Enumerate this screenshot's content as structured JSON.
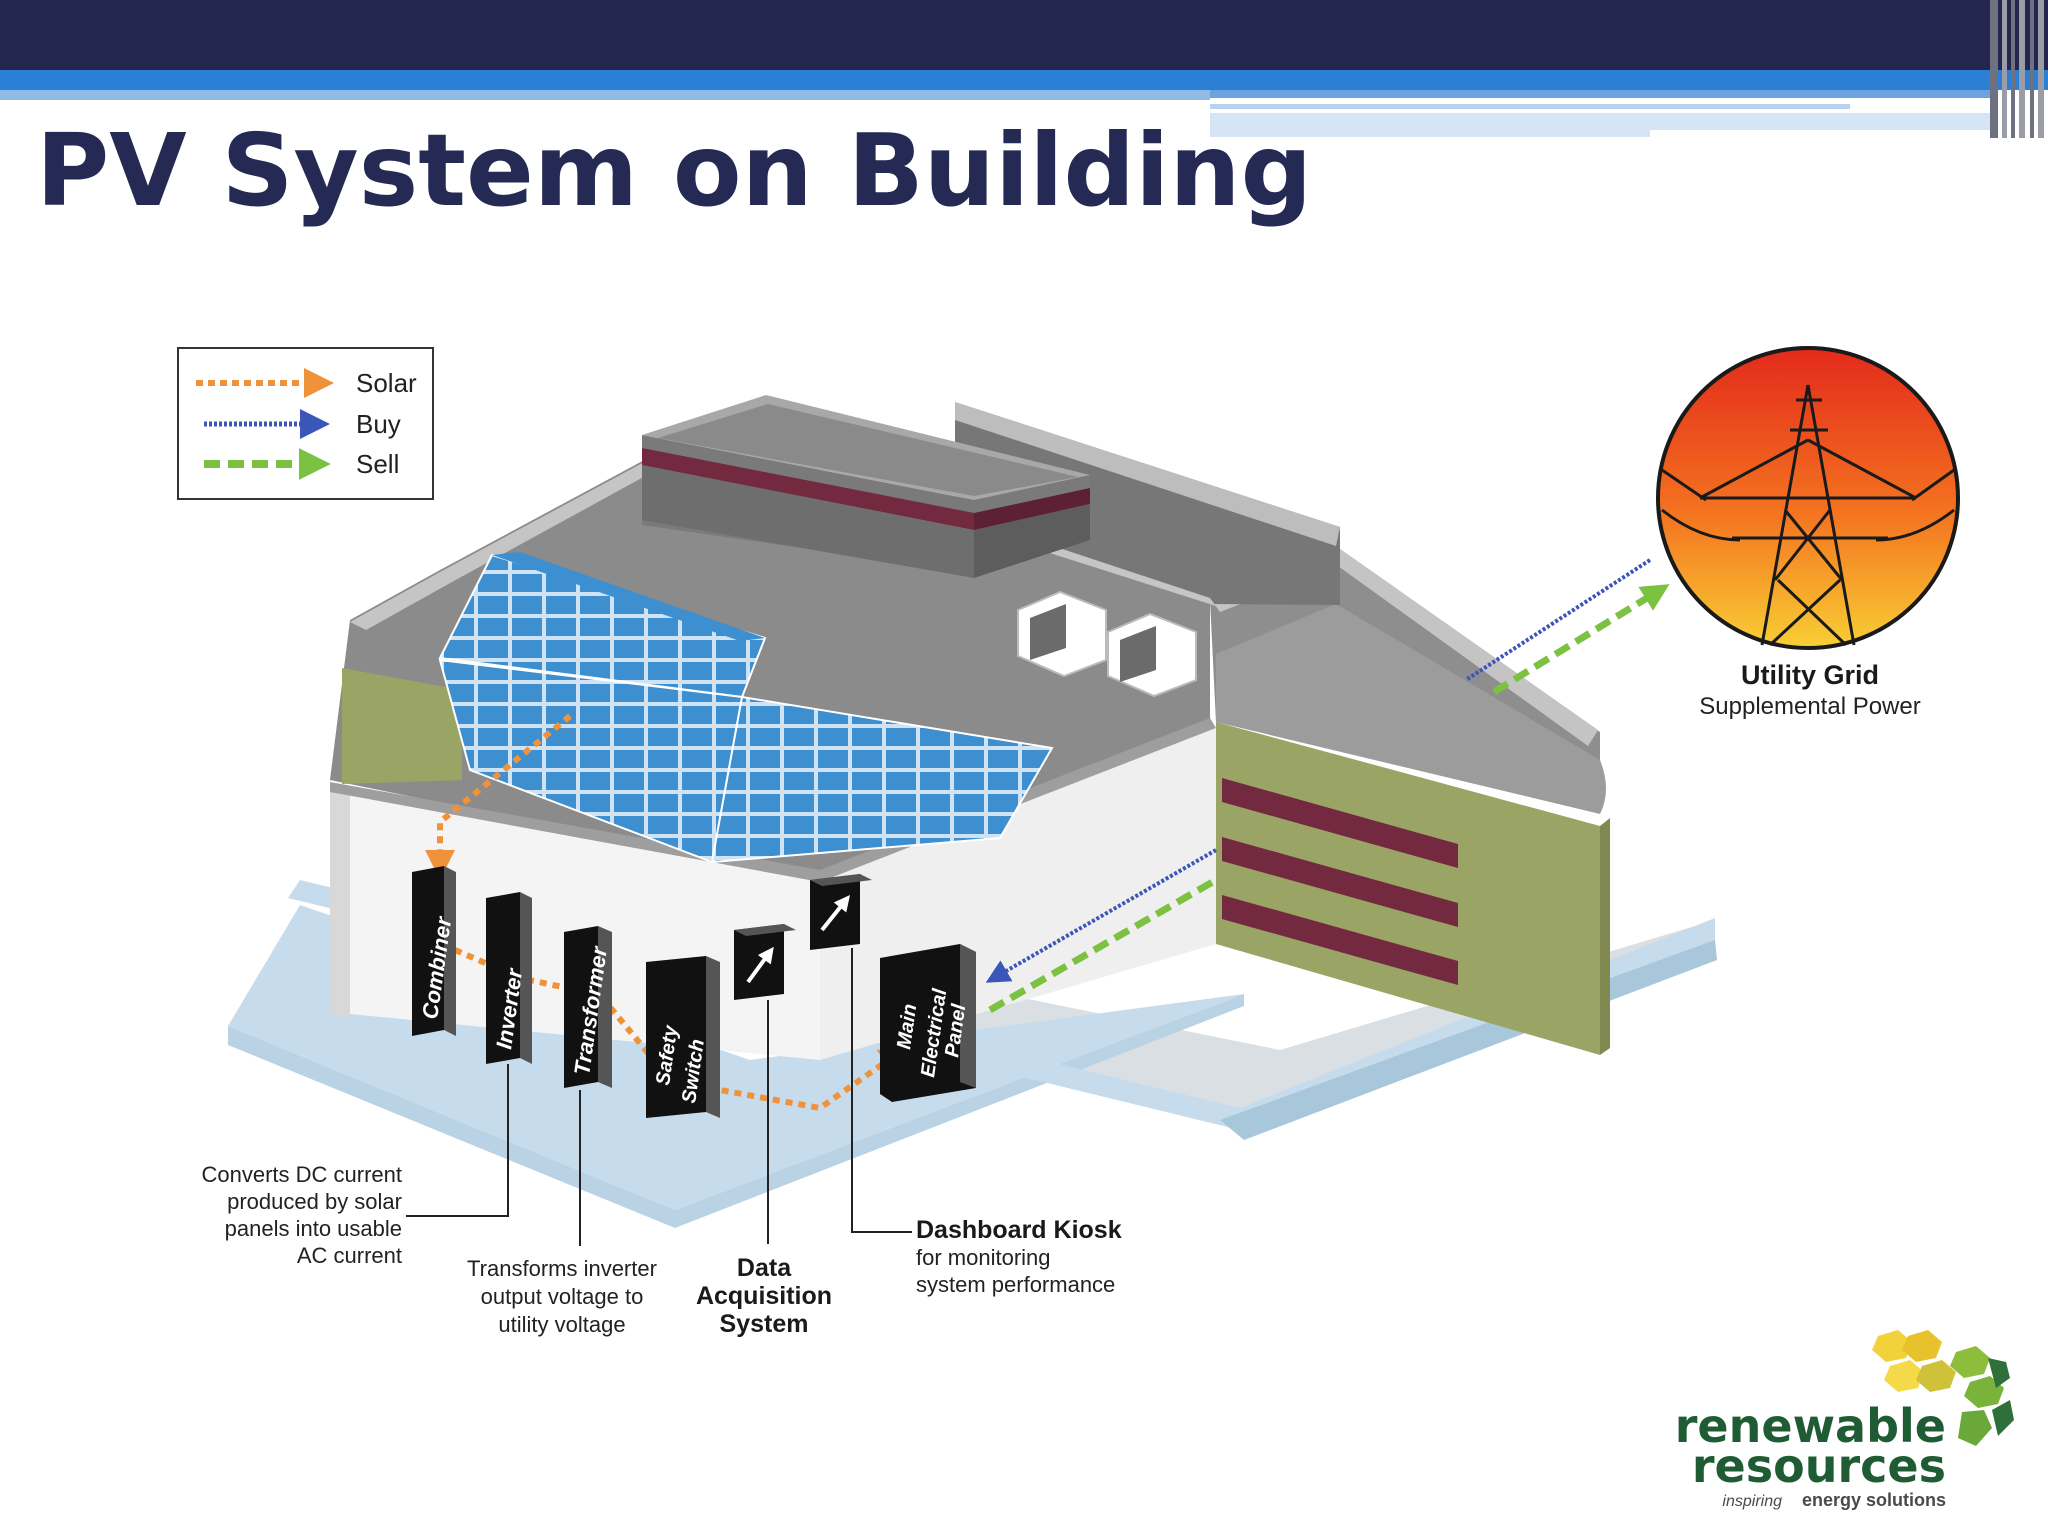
{
  "slide": {
    "title": "PV System on Building"
  },
  "legend": {
    "items": [
      {
        "label": "Solar",
        "color": "#f0923a",
        "icon": "dotted-arrow-icon"
      },
      {
        "label": "Buy",
        "color": "#3a56b8",
        "icon": "dotted-arrow-icon"
      },
      {
        "label": "Sell",
        "color": "#7cc242",
        "icon": "dashed-arrow-icon"
      }
    ]
  },
  "components": {
    "combiner": "Combiner",
    "inverter": "Inverter",
    "transformer": "Transformer",
    "safety_switch": [
      "Safety",
      "Switch"
    ],
    "main_panel": [
      "Main",
      "Electrical",
      "Panel"
    ]
  },
  "callouts": {
    "inverter_desc": [
      "Converts DC current",
      "produced by solar",
      "panels into usable",
      "AC current"
    ],
    "transformer_desc": [
      "Transforms inverter",
      "output voltage to",
      "utility voltage"
    ],
    "data_acq": [
      "Data",
      "Acquisition",
      "System"
    ],
    "kiosk_title": "Dashboard Kiosk",
    "kiosk_desc": [
      "for monitoring",
      "system performance"
    ]
  },
  "utility": {
    "title": "Utility Grid",
    "subtitle": "Supplemental Power",
    "icon": "transmission-tower-icon"
  },
  "logo": {
    "line1": "renewable",
    "line2": "resources",
    "tag1": "inspiring",
    "tag2": "energy solutions",
    "icon": "hexagon-cluster-icon"
  },
  "colors": {
    "title": "#252a55",
    "header_navy": "#23264f",
    "header_blue": "#2b7fd4",
    "solar": "#f0923a",
    "buy": "#3a56b8",
    "sell": "#7cc242",
    "panel_blue": "#3d8fd0"
  }
}
